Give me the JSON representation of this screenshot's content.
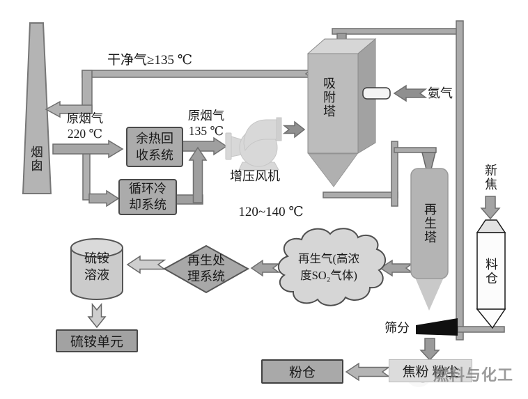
{
  "diagram": {
    "chimney": "烟囱",
    "clean_gas_label": "干净气≥135 ℃",
    "raw_flue_gas_in": [
      "原烟气",
      "220 ℃"
    ],
    "heat_recovery_box": [
      "余热回",
      "收系统"
    ],
    "cooling_box": [
      "循环冷",
      "却系统"
    ],
    "raw_flue_gas_out": [
      "原烟气",
      "135 ℃"
    ],
    "booster_fan_label": "增压风机",
    "temp_range_label": "120~140 ℃",
    "adsorption_tower": "吸附塔",
    "ammonia_label": "氨气",
    "regeneration_tower": "再生塔",
    "new_coke_label": "新焦",
    "coke_silo": "料仓",
    "regen_gas_cloud": [
      "再生气(高浓",
      "度SO₂气体)"
    ],
    "regen_system_diamond": [
      "再生处",
      "理系统"
    ],
    "ammonium_solution": [
      "硫铵",
      "溶液"
    ],
    "ammonium_unit_box": "硫铵单元",
    "screening_label": "筛分",
    "coke_dust_box": "焦粉  粉尘",
    "powder_silo_box": "粉仓",
    "watermark": "燃料与化工"
  },
  "colors": {
    "background": "#ffffff",
    "box_fill": "#ababab",
    "box_border": "#4a4a4a",
    "pipe_fill": "#ababab",
    "arrow_fill": "#a0a0a0",
    "fan_fill": "#d8d8d8",
    "wedge_fill": "#101010",
    "silo_fill": "#fcfcfc"
  }
}
